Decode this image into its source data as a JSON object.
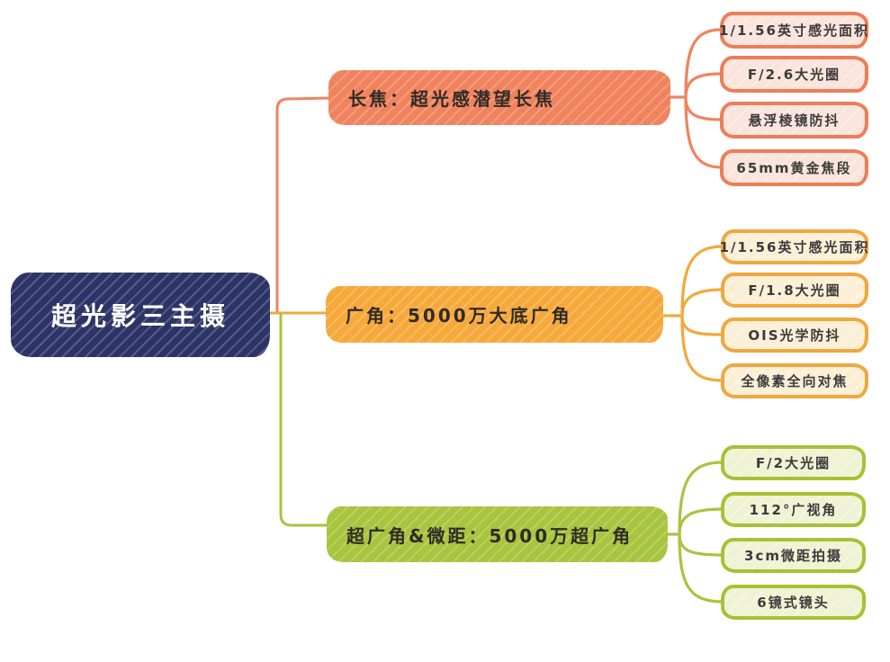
{
  "root": {
    "label": "超光影三主摄"
  },
  "branches": [
    {
      "id": "telephoto",
      "label": "长焦：超光感潜望长焦",
      "color": "#F0835E",
      "leaf_fill": "#FAE4DB",
      "leaves": [
        "1/1.56英寸感光面积",
        "F/2.6大光圈",
        "悬浮棱镜防抖",
        "65mm黄金焦段"
      ]
    },
    {
      "id": "wide",
      "label": "广角：5000万大底广角",
      "color": "#F6A93B",
      "leaf_fill": "#FCEFD5",
      "leaves": [
        "1/1.56英寸感光面积",
        "F/1.8大光圈",
        "OIS光学防抖",
        "全像素全向对焦"
      ]
    },
    {
      "id": "ultrawide",
      "label": "超广角&微距：5000万超广角",
      "color": "#A9C43E",
      "leaf_fill": "#EFF3D3",
      "leaves": [
        "F/2大光圈",
        "112°广视角",
        "3cm微距拍摄",
        "6镜式镜头"
      ]
    }
  ],
  "colors": {
    "root_bg": "#2C3467",
    "root_text": "#FFFFFF",
    "node_text": "#2F2B26",
    "background": "#FFFFFF"
  }
}
